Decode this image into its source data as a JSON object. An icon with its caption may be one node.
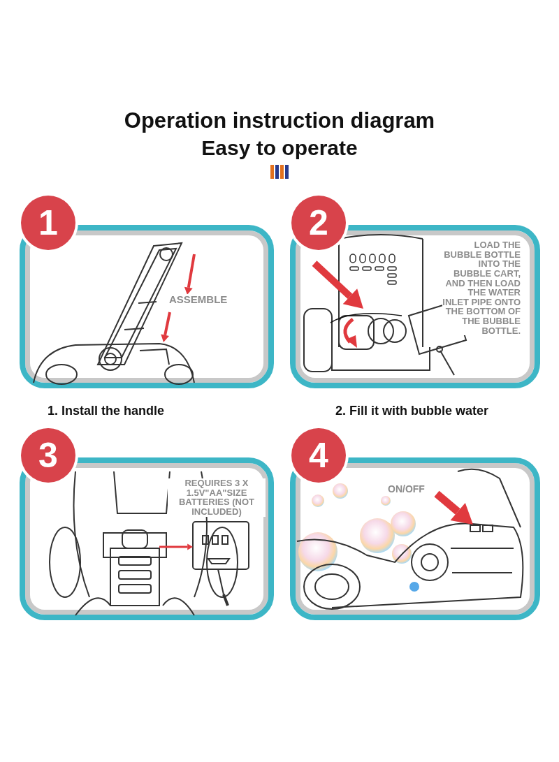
{
  "diagram": {
    "title": "Operation instruction diagram",
    "nodes": [
      {
        "text": [
          "1",
          "ASSEMBLE"
        ],
        "beside": [
          "1. Install the handle"
        ]
      },
      {
        "text": [
          "2",
          "LOAD THE BUBBLE BOTTLE INTO THE BUBBLE CART, AND THEN LOAD THE WATER INLET PIPE ONTO THE BOTTOM OF THE BUBBLE BOTTLE."
        ],
        "beside": [
          "2. Fill it with bubble water"
        ]
      },
      {
        "text": [
          "3",
          "REQUIRES 3 X 1.5V\"AA\"SIZE BATTERIES (NOT INCLUDED)"
        ]
      },
      {
        "text": [
          "4",
          "ON/OFF"
        ]
      }
    ],
    "edges": [],
    "labels": [
      "Easy to operate"
    ]
  }
}
